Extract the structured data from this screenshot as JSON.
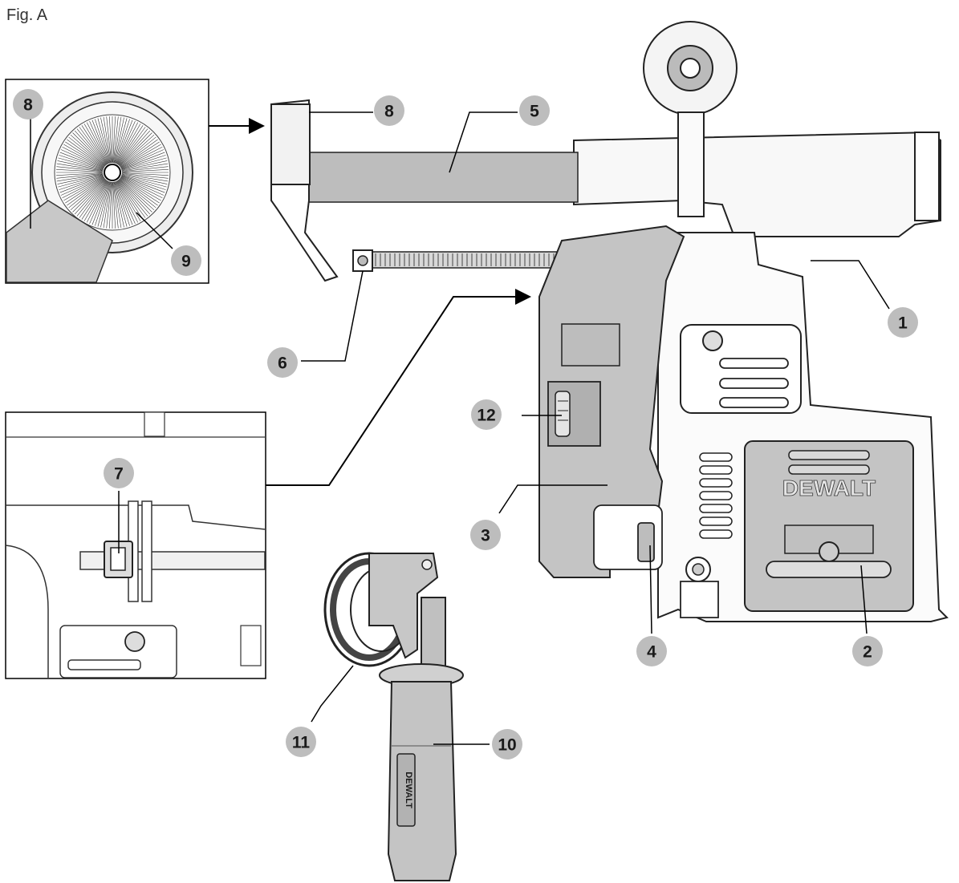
{
  "figure": {
    "title": "Fig. A",
    "brand_text": "DEWALT"
  },
  "callouts": {
    "c1": "1",
    "c2": "2",
    "c3": "3",
    "c4": "4",
    "c5": "5",
    "c6": "6",
    "c7": "7",
    "c8a": "8",
    "c8b": "8",
    "c9": "9",
    "c10": "10",
    "c11": "11",
    "c12": "12"
  },
  "colors": {
    "callout_fill": "#bdbdbd",
    "body_gray": "#c4c4c4",
    "tube_gray": "#b8b8b8",
    "outline": "#222222"
  }
}
